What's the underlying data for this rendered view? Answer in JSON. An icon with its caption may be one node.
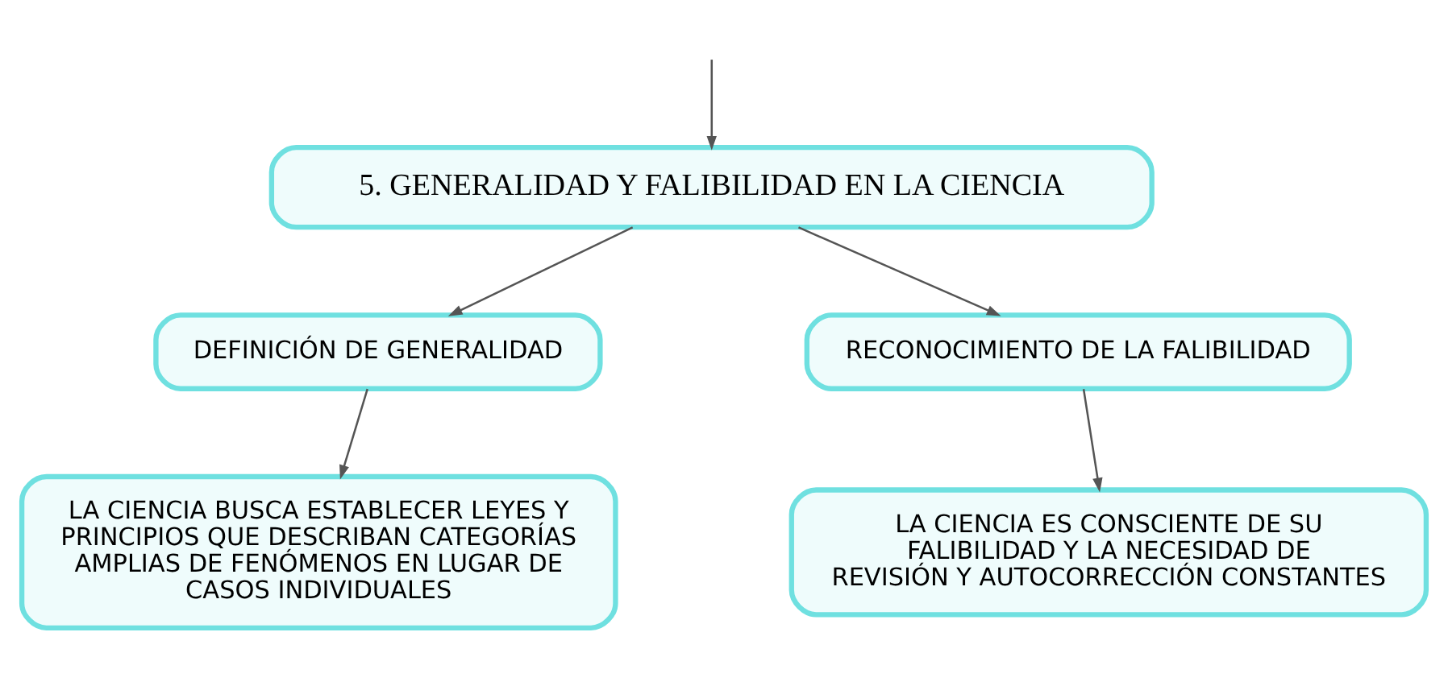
{
  "diagram": {
    "nodes": [
      {
        "text": [
          "5. GENERALIDAD Y FALIBILIDAD EN LA CIENCIA"
        ]
      },
      {
        "text": [
          "DEFINICIÓN DE GENERALIDAD"
        ]
      },
      {
        "text": [
          "RECONOCIMIENTO DE LA FALIBILIDAD"
        ]
      },
      {
        "text": [
          "LA CIENCIA BUSCA ESTABLECER LEYES Y PRINCIPIOS QUE DESCRIBAN CATEGORÍAS AMPLIAS DE FENÓMENOS EN LUGAR DE CASOS INDIVIDUALES"
        ]
      },
      {
        "text": [
          "LA CIENCIA ES CONSCIENTE DE SU FALIBILIDAD Y LA NECESIDAD DE REVISIÓN Y AUTOCORRECCIÓN CONSTANTES"
        ]
      }
    ],
    "edges": [
      {
        "from": null,
        "to": 0,
        "arrow": "to"
      },
      {
        "from": 0,
        "to": 1,
        "arrow": "to"
      },
      {
        "from": 0,
        "to": 2,
        "arrow": "to"
      },
      {
        "from": 1,
        "to": 3,
        "arrow": "to"
      },
      {
        "from": 2,
        "to": 4,
        "arrow": "to"
      }
    ]
  }
}
